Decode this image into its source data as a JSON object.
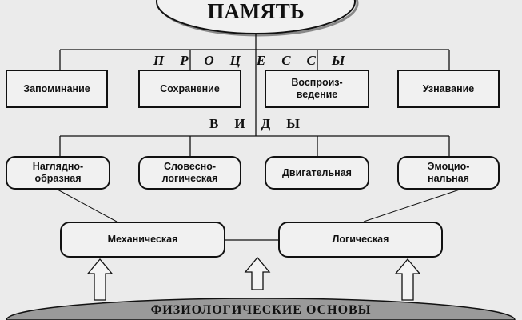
{
  "title": "ПАМЯТЬ",
  "processes_heading": "ПРОЦЕССЫ",
  "processes": [
    "Запоминание",
    "Сохранение",
    "Воспроиз-\nведение",
    "Узнавание"
  ],
  "types_heading": "ВИДЫ",
  "types": [
    "Наглядно-\nобразная",
    "Словесно-\nлогическая",
    "Двигательная",
    "Эмоцио-\nнальная"
  ],
  "memory_kinds": [
    "Механическая",
    "Логическая"
  ],
  "base": "ФИЗИОЛОГИЧЕСКИЕ ОСНОВЫ"
}
